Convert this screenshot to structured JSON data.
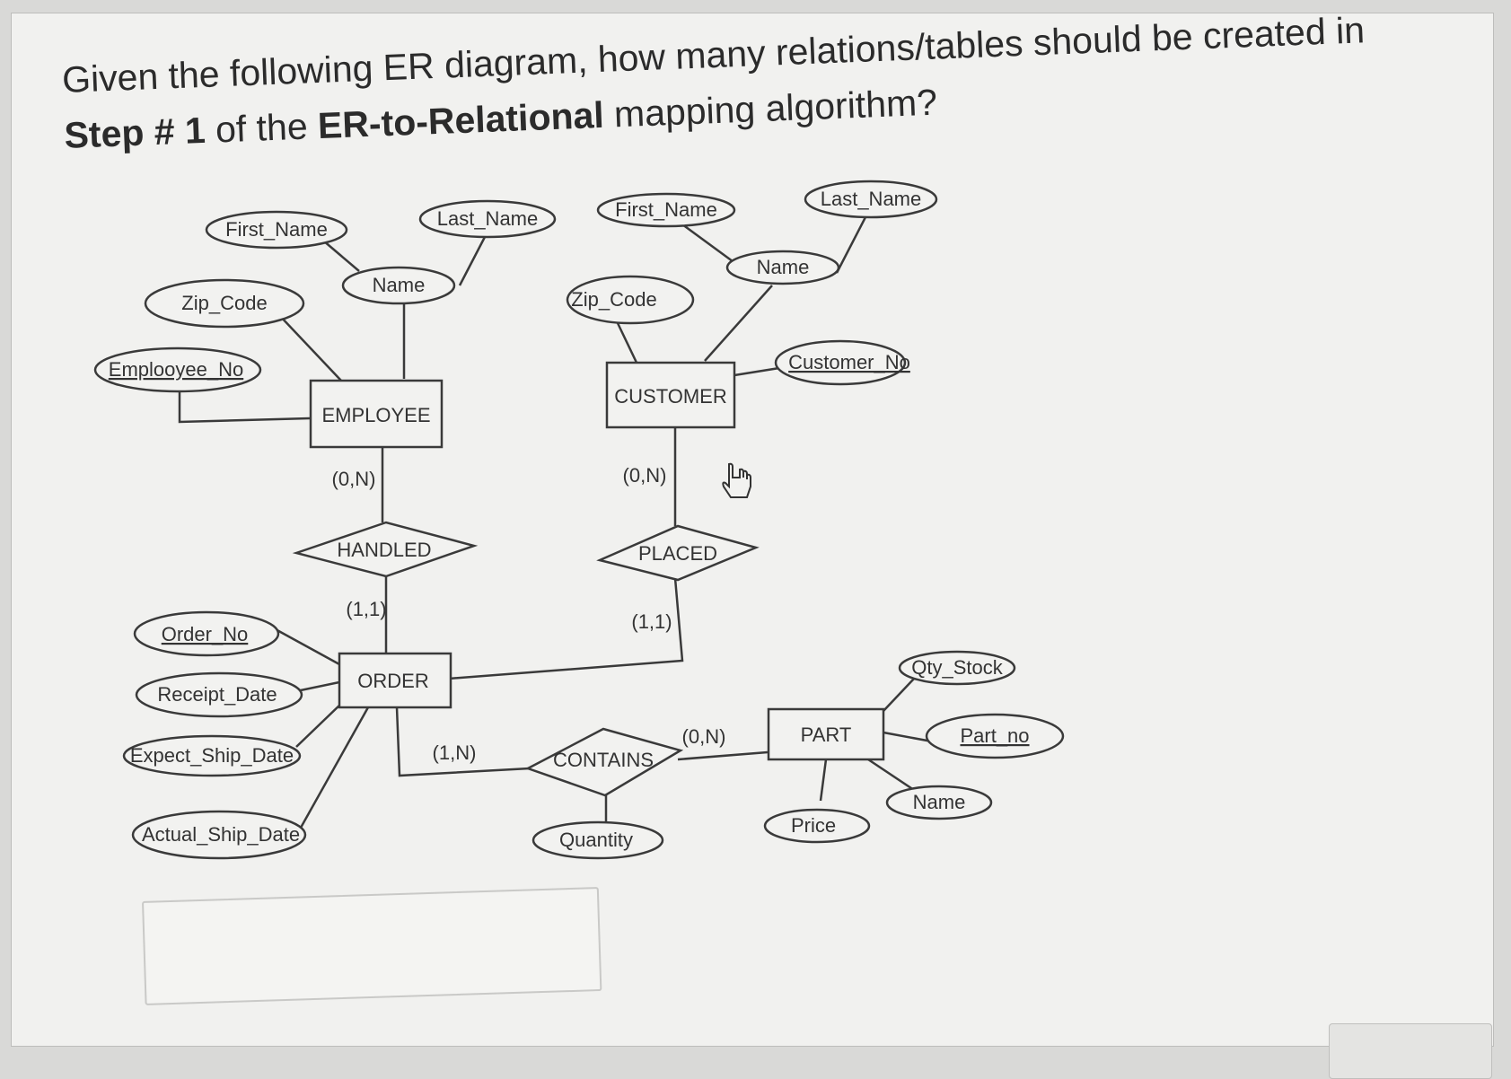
{
  "question": {
    "part1": "Given the following ER diagram, how many relations/tables should be created in ",
    "bold1": "Step # 1",
    "part2": " of the ",
    "bold2": "ER-to-Relational",
    "part3": " mapping algorithm?"
  },
  "diagram": {
    "entities": {
      "employee": "EMPLOYEE",
      "customer": "CUSTOMER",
      "order": "ORDER",
      "part": "PART"
    },
    "relationships": {
      "handled": "HANDLED",
      "placed": "PLACED",
      "contains": "CONTAINS"
    },
    "attributes": {
      "emp_first_name": "First_Name",
      "emp_last_name": "Last_Name",
      "emp_name": "Name",
      "emp_zip_code": "Zip_Code",
      "emp_employee_no": "Emplooyee_No",
      "cust_first_name": "First_Name",
      "cust_last_name": "Last_Name",
      "cust_name": "Name",
      "cust_zip_code": "Zip_Code",
      "cust_customer_no": "Customer_No",
      "order_no": "Order_No",
      "receipt_date": "Receipt_Date",
      "expect_ship_date": "Expect_Ship_Date",
      "actual_ship_date": "Actual_Ship_Date",
      "quantity": "Quantity",
      "qty_stock": "Qty_Stock",
      "part_no": "Part_no",
      "part_name": "Name",
      "price": "Price"
    },
    "cardinalities": {
      "employee_handled": "(0,N)",
      "customer_placed": "(0,N)",
      "handled_order": "(1,1)",
      "placed_order": "(1,1)",
      "order_contains": "(1,N)",
      "part_contains": "(0,N)"
    }
  },
  "answer": {
    "value": ""
  }
}
